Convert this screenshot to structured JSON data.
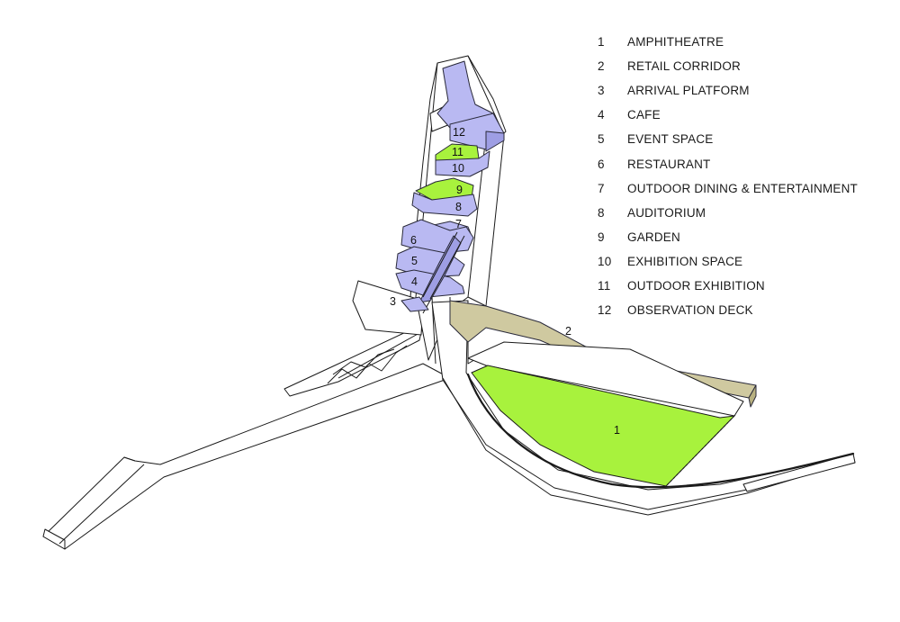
{
  "colors": {
    "interior": "#b9b9f2",
    "interior_dark": "#9e9ee4",
    "green": "#a8f23d",
    "corridor": "#cfc9a0",
    "corridor_dark": "#b8b180"
  },
  "legend": [
    {
      "num": "1",
      "label": "AMPHITHEATRE"
    },
    {
      "num": "2",
      "label": "RETAIL CORRIDOR"
    },
    {
      "num": "3",
      "label": "ARRIVAL PLATFORM"
    },
    {
      "num": "4",
      "label": "CAFE"
    },
    {
      "num": "5",
      "label": "EVENT SPACE"
    },
    {
      "num": "6",
      "label": "RESTAURANT"
    },
    {
      "num": "7",
      "label": "OUTDOOR DINING & ENTERTAINMENT"
    },
    {
      "num": "8",
      "label": "AUDITORIUM"
    },
    {
      "num": "9",
      "label": "GARDEN"
    },
    {
      "num": "10",
      "label": "EXHIBITION SPACE"
    },
    {
      "num": "11",
      "label": "OUTDOOR EXHIBITION"
    },
    {
      "num": "12",
      "label": "OBSERVATION DECK"
    }
  ],
  "tags": {
    "t1": "1",
    "t2": "2",
    "t3": "3",
    "t4": "4",
    "t5": "5",
    "t6": "6",
    "t7": "7",
    "t8": "8",
    "t9": "9",
    "t10": "10",
    "t11": "11",
    "t12": "12"
  }
}
